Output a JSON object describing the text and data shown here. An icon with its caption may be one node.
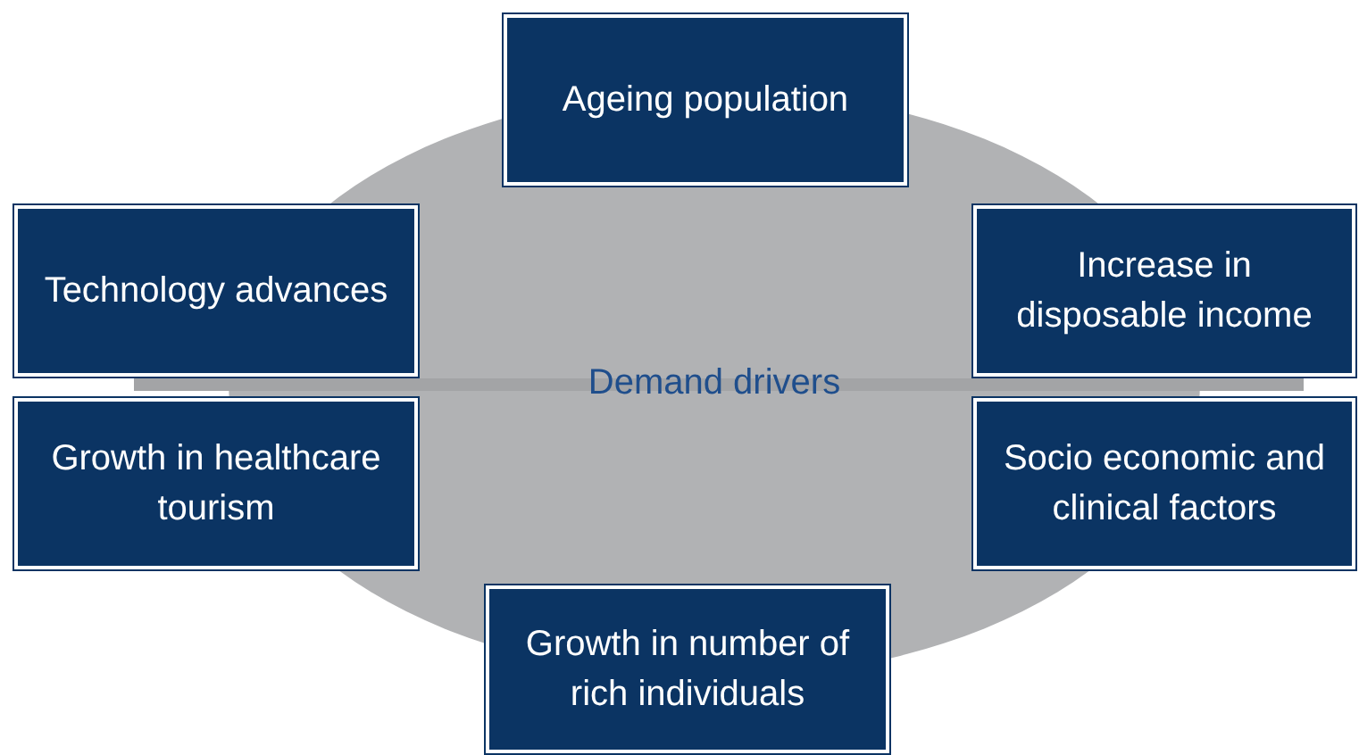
{
  "diagram": {
    "nodes": [
      {
        "text": [
          "Demand drivers"
        ]
      },
      {
        "text": [
          "Ageing population"
        ]
      },
      {
        "text": [
          "Technology advances"
        ]
      },
      {
        "text": [
          "Increase in disposable income"
        ]
      },
      {
        "text": [
          "Growth in healthcare tourism"
        ]
      },
      {
        "text": [
          "Socio economic and clinical factors"
        ]
      },
      {
        "text": [
          "Growth in number of rich individuals"
        ]
      }
    ]
  }
}
